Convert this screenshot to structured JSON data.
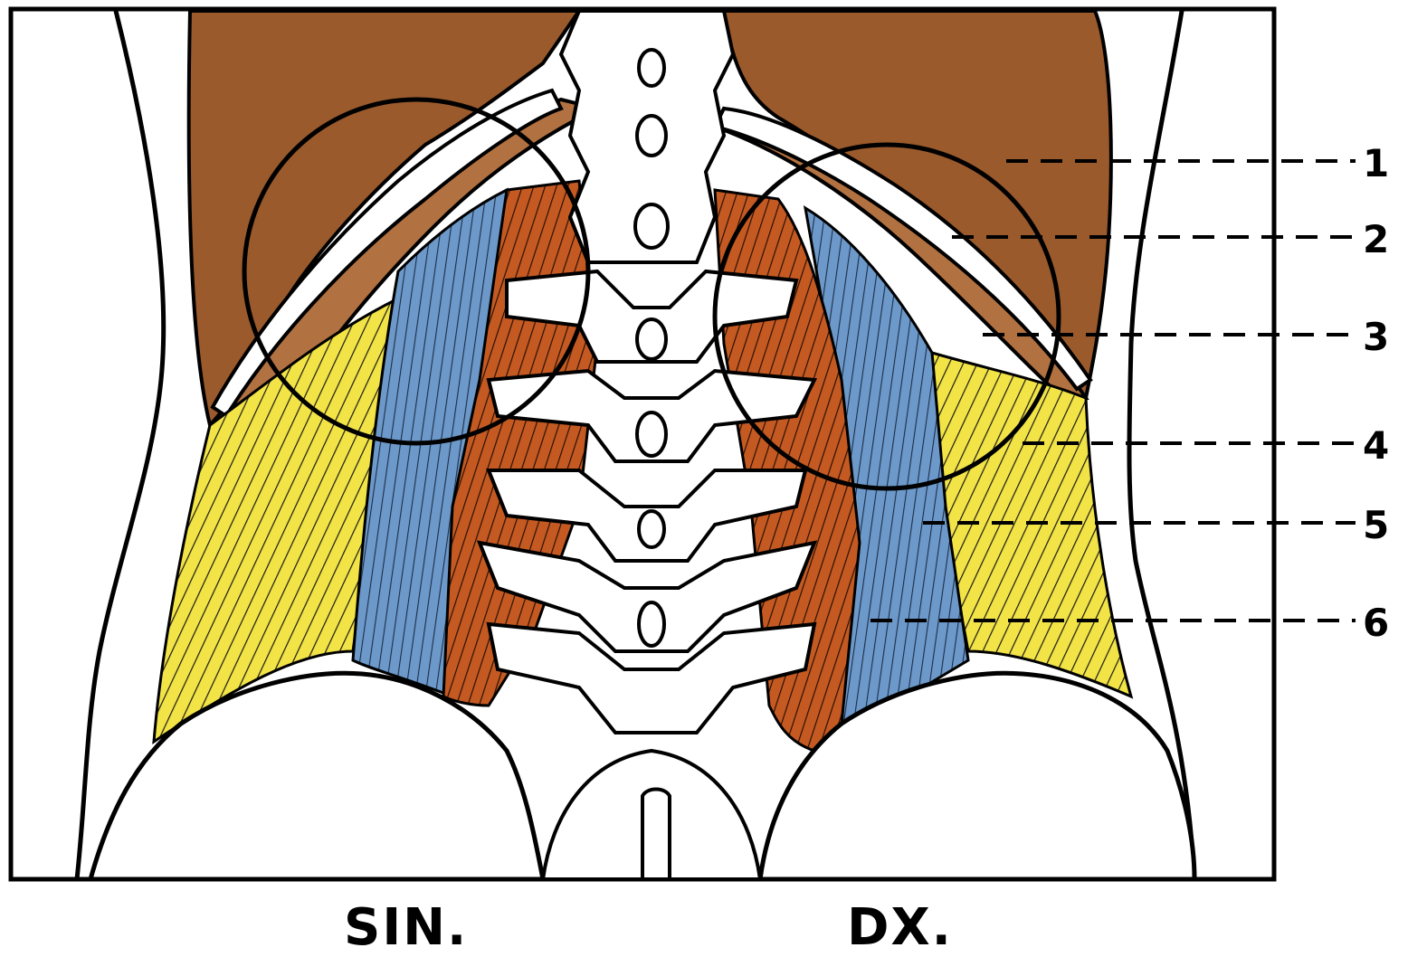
{
  "labels": {
    "left": "SIN.",
    "right": "DX."
  },
  "callouts": [
    "1",
    "2",
    "3",
    "4",
    "5",
    "6"
  ],
  "colors": {
    "outline": "#000000",
    "background": "#ffffff",
    "diaphragm": "#9a5a2c",
    "diaphragm_light": "#b27141",
    "psoas": "#b9541f",
    "psoas_light": "#e0822f",
    "quadratus": "#6c99c9",
    "quadratus_dark": "#3f6ea5",
    "transversus": "#f2e346",
    "bone": "#ffffff"
  }
}
